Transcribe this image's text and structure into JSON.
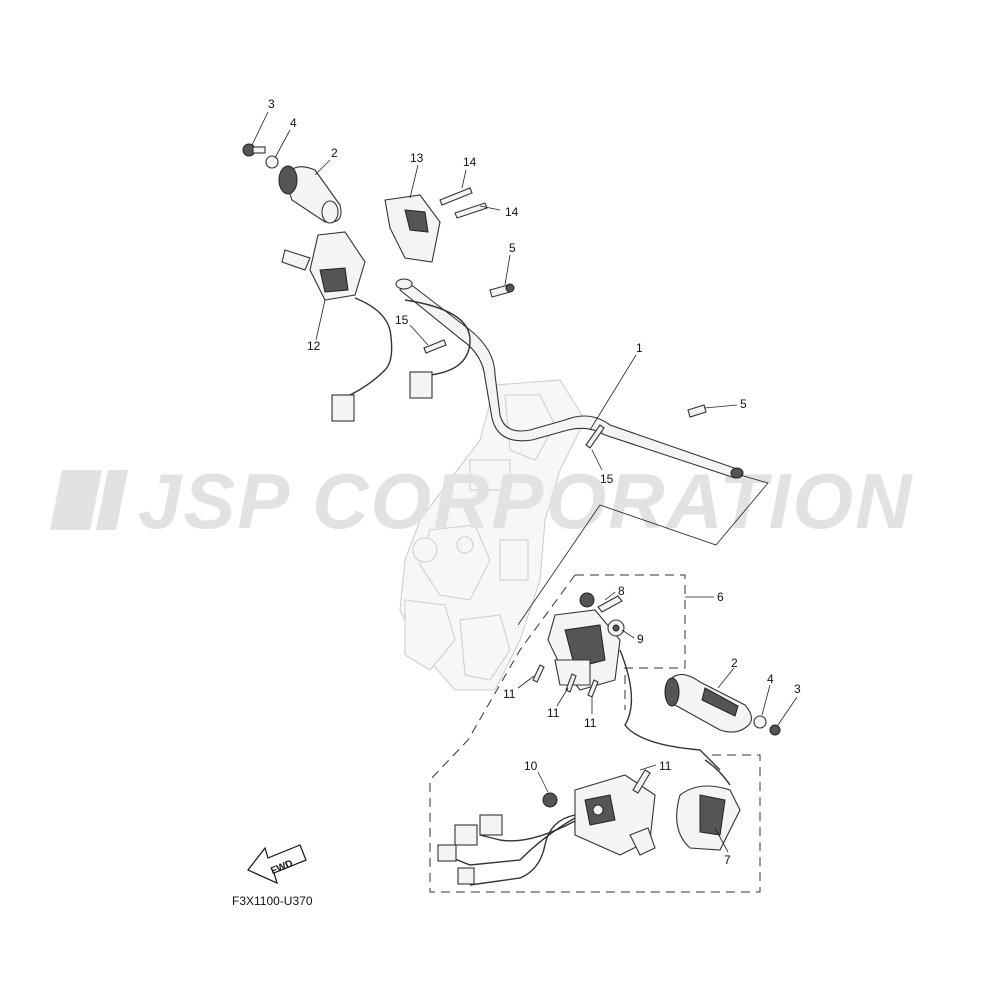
{
  "watermark": {
    "text": "JSP CORPORATION"
  },
  "diagram_code": "F3X1100-U370",
  "fwd_label": "FWD",
  "callouts": [
    "3",
    "4",
    "2",
    "13",
    "14",
    "14",
    "5",
    "12",
    "15",
    "1",
    "5",
    "15",
    "6",
    "8",
    "9",
    "2",
    "4",
    "3",
    "11",
    "11",
    "11",
    "10",
    "11",
    "7"
  ]
}
